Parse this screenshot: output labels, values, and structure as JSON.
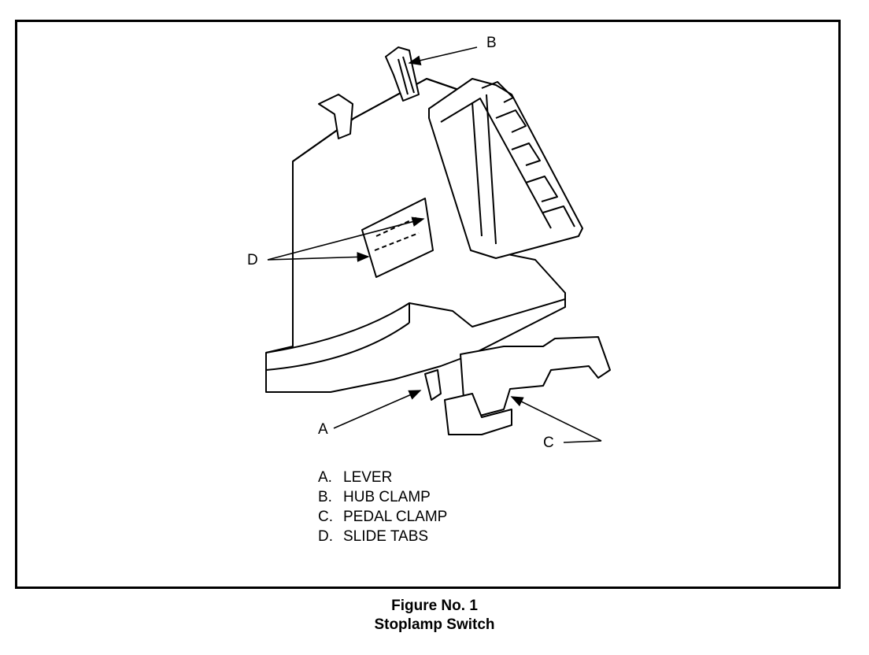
{
  "callouts": {
    "a": "A",
    "b": "B",
    "c": "C",
    "d": "D"
  },
  "legend": [
    {
      "key": "A.",
      "text": "LEVER"
    },
    {
      "key": "B.",
      "text": "HUB CLAMP"
    },
    {
      "key": "C.",
      "text": "PEDAL CLAMP"
    },
    {
      "key": "D.",
      "text": "SLIDE TABS"
    }
  ],
  "caption": {
    "line1": "Figure No. 1",
    "line2": "Stoplamp Switch"
  }
}
